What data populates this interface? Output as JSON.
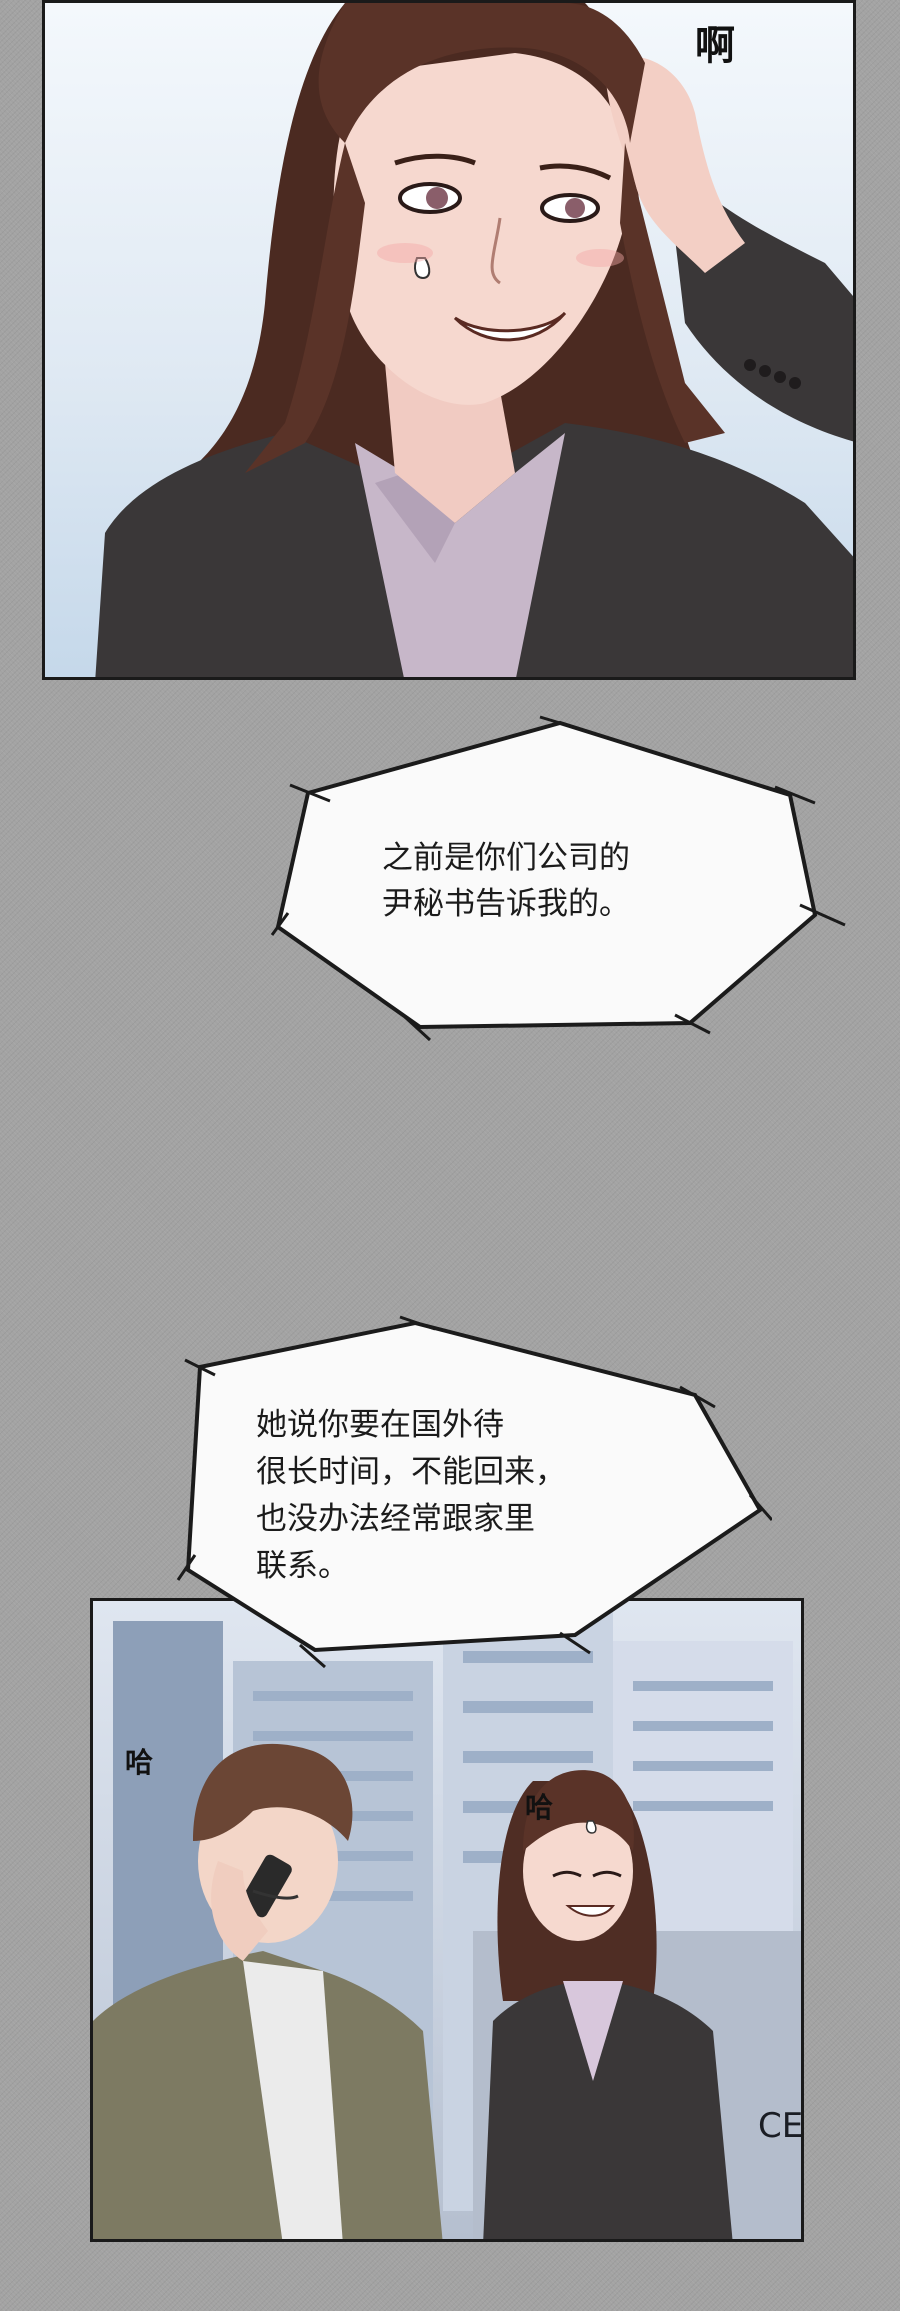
{
  "panels": {
    "top": {
      "sfx": "啊"
    },
    "bottom": {
      "sfx_left": "哈",
      "sfx_right": "哈",
      "sign_text": "CE"
    }
  },
  "bubbles": [
    {
      "lines": [
        "之前是你们公司的",
        "尹秘书告诉我的。"
      ]
    },
    {
      "lines": [
        "她说你要在国外待",
        "很长时间，不能回来，",
        "也没办法经常跟家里",
        "联系。"
      ]
    }
  ],
  "colors": {
    "background": "#a3a3a3",
    "panel_border": "#1a1a1a",
    "bubble_fill": "#fafafa",
    "suit": "#3a3738",
    "hair": "#5a3328",
    "jacket_man": "#7d7a62"
  }
}
